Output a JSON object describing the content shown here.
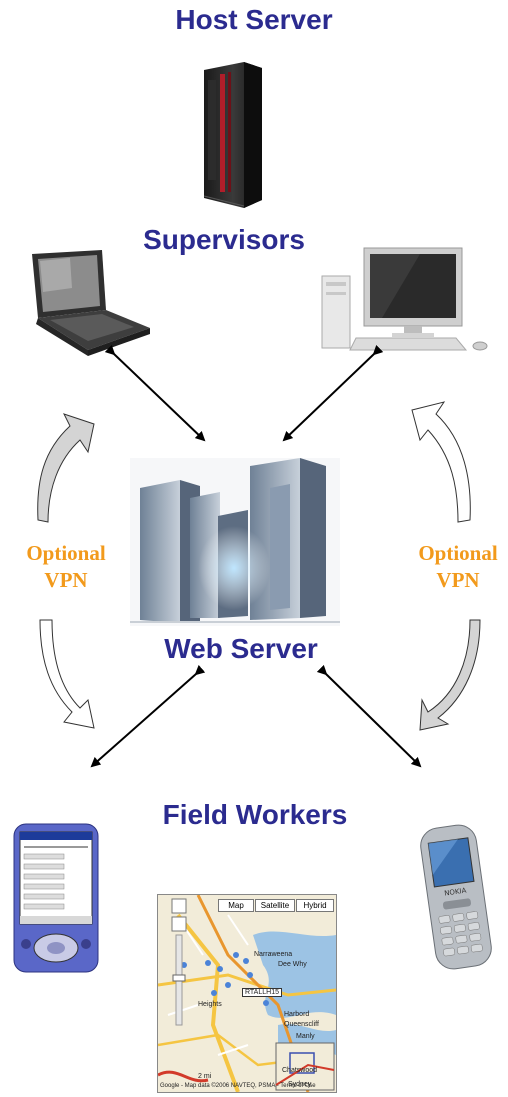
{
  "headings": {
    "host_server": "Host Server",
    "supervisors": "Supervisors",
    "web_server": "Web Server",
    "field_workers": "Field Workers"
  },
  "vpn": {
    "left_line1": "Optional",
    "left_line2": "VPN",
    "right_line1": "Optional",
    "right_line2": "VPN"
  },
  "map": {
    "buttons": [
      "Map",
      "Satellite",
      "Hybrid"
    ],
    "marker_label": "RTALLH15",
    "places": [
      "Narraweena",
      "Dee Why",
      "Harbord",
      "Queenscliff",
      "Manly",
      "Sydney",
      "Heights",
      "Chatswood"
    ],
    "scale": "2 mi",
    "copyright": "Google - Map data ©2006 NAVTEQ, PSMA - Terms of Use"
  },
  "phone": {
    "brand": "NOKIA"
  },
  "icons": {
    "host": "mainframe-server-icon",
    "laptop": "tablet-laptop-icon",
    "desktop": "desktop-computer-icon",
    "web": "server-rack-icon",
    "pda": "pda-device-icon",
    "phone": "mobile-phone-icon"
  },
  "colors": {
    "heading": "#2b2b8f",
    "vpn": "#f29a1c",
    "arrow": "#000000"
  }
}
